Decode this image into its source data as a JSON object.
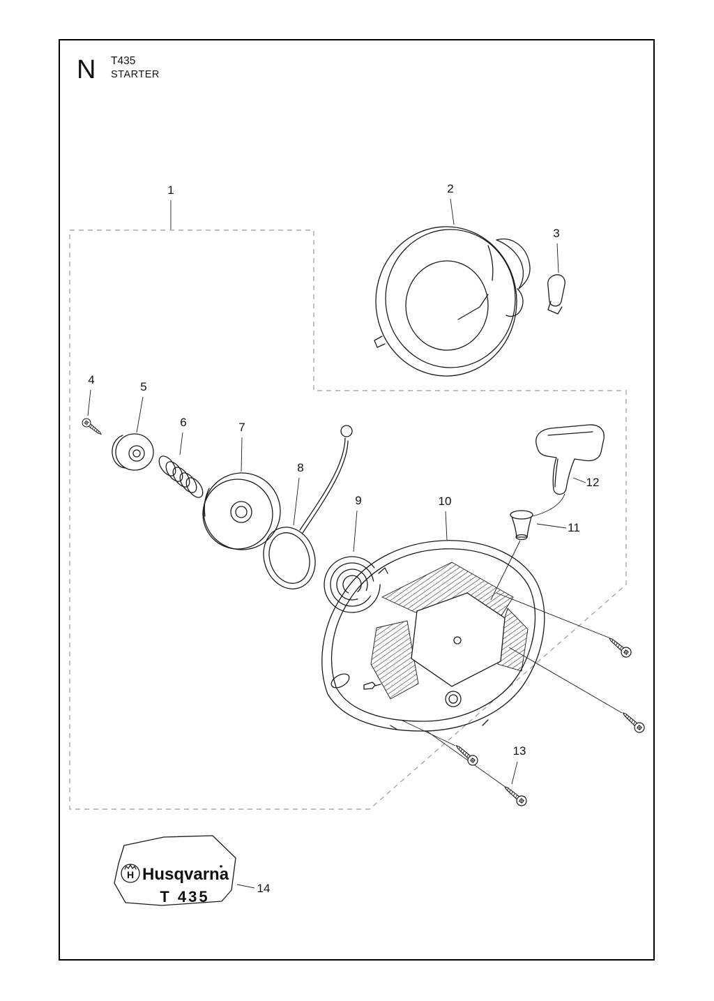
{
  "header": {
    "section_letter": "N",
    "model": "T435",
    "title": "STARTER"
  },
  "callouts": [
    {
      "label": "1"
    },
    {
      "label": "2"
    },
    {
      "label": "3"
    },
    {
      "label": "4"
    },
    {
      "label": "5"
    },
    {
      "label": "6"
    },
    {
      "label": "7"
    },
    {
      "label": "8"
    },
    {
      "label": "9"
    },
    {
      "label": "10"
    },
    {
      "label": "11"
    },
    {
      "label": "12"
    },
    {
      "label": "13"
    },
    {
      "label": "14"
    }
  ],
  "sticker": {
    "brand": "Husqvarna",
    "model": "T 435",
    "logo_letter": "H"
  },
  "colors": {
    "line": "#1a1a1a",
    "boundary": "#999999"
  }
}
